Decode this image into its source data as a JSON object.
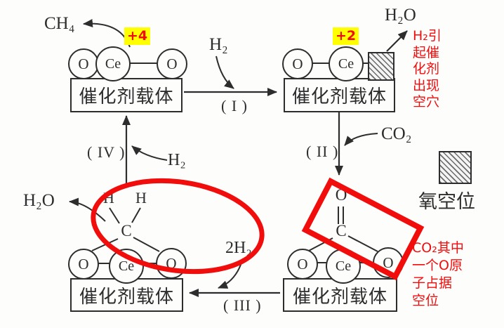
{
  "colors": {
    "ink": "#2d2d2d",
    "annotation_red": "#f20d0d",
    "highlight_yellow": "#ffff00"
  },
  "units": {
    "top_left": {
      "atoms": [
        "O",
        "Ce",
        "O"
      ],
      "support": "催化剂载体",
      "oxidation_state": "+4",
      "released": "CH₄"
    },
    "top_right": {
      "atoms": [
        "O",
        "Ce"
      ],
      "support": "催化剂载体",
      "oxidation_state": "+2",
      "released": "H₂O"
    },
    "bottom_right": {
      "atoms": [
        "O",
        "Ce",
        "O"
      ],
      "support": "催化剂载体",
      "adsorbed_o": "O",
      "adsorbed_c": "C"
    },
    "bottom_left": {
      "atoms": [
        "O",
        "Ce",
        "O"
      ],
      "support": "催化剂载体",
      "adsorbed_h1": "H",
      "adsorbed_h2": "H",
      "adsorbed_c": "C",
      "released": "H₂O"
    }
  },
  "steps": {
    "step1": {
      "label": "( I )",
      "reagent": "H₂"
    },
    "step2": {
      "label": "( II )",
      "reagent": "CO₂"
    },
    "step3": {
      "label": "( III )",
      "reagent": "2H₂"
    },
    "step4": {
      "label": "( IV )",
      "reagent": "H₂"
    }
  },
  "legend": {
    "vacancy_label": "氧空位"
  },
  "annotations": {
    "vacancy_note": {
      "lines": [
        "H₂引",
        "起催",
        "化剂",
        "出现",
        "空穴"
      ]
    },
    "co2_note": {
      "lines": [
        "CO₂其中",
        "一个O原",
        "子占据",
        "空位"
      ]
    }
  }
}
